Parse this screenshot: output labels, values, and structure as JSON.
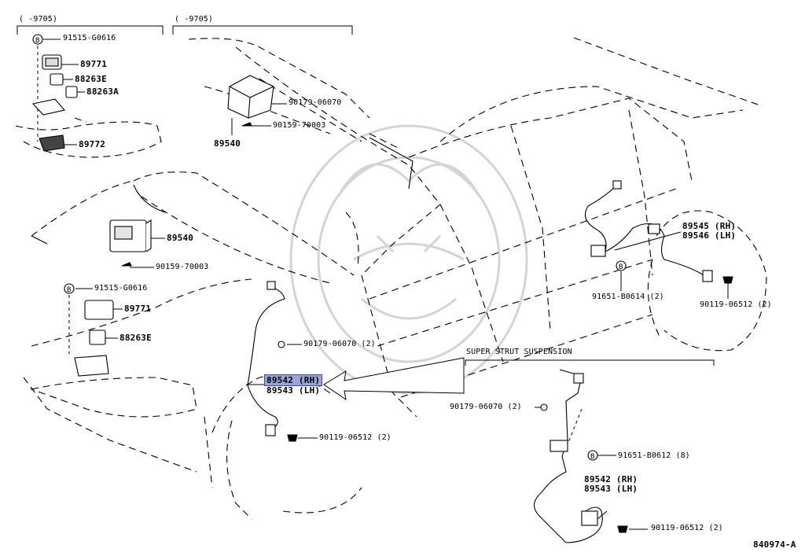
{
  "header_brackets": [
    {
      "id": "left",
      "text": "(    -9705)"
    },
    {
      "id": "mid",
      "text": "(    -9705)"
    }
  ],
  "parts": {
    "bolt_91515_top": "91515-G0616",
    "relay_89771_top": "89771",
    "relay_88263E_top": "88263E",
    "relay_88263A": "88263A",
    "sensor_89772": "89772",
    "ecu_89540_top": "89540",
    "nut_90179_top": "90179-06070",
    "screw_90159_top": "90159-70003",
    "ecu_89540_mid": "89540",
    "screw_90159_mid": "90159-70003",
    "bolt_91515_mid": "91515-G0616",
    "relay_89771_mid": "89771",
    "relay_88263E_mid": "88263E",
    "front_sensor_rh": "89542 (RH)",
    "front_sensor_lh": "89543 (LH)",
    "nut_90179_front": "90179-06070 (2)",
    "bolt_90119_front": "90119-06512 (2)",
    "rear_sensor_rh": "89545 (RH)",
    "rear_sensor_lh": "89546 (LH)",
    "bolt_91651_rear": "91651-B0614 (2)",
    "bolt_90119_rear": "90119-06512 (2)",
    "strut_title": "SUPER STRUT SUSPENSION",
    "strut_nut_90179": "90179-06070 (2)",
    "strut_bolt_91651": "91651-B0612 (8)",
    "strut_sensor_rh": "89542 (RH)",
    "strut_sensor_lh": "89543 (LH)",
    "strut_bolt_90119": "90119-06512 (2)"
  },
  "diagram_code": "840974-A",
  "colors": {
    "line": "#000000",
    "highlight": "#9aa4d6",
    "watermark": "#d8d8d8"
  },
  "icons": [
    "bolt-symbol-icon",
    "relay-icon",
    "ecu-module-icon",
    "wheel-speed-sensor-icon",
    "watermark-emblem-icon"
  ]
}
